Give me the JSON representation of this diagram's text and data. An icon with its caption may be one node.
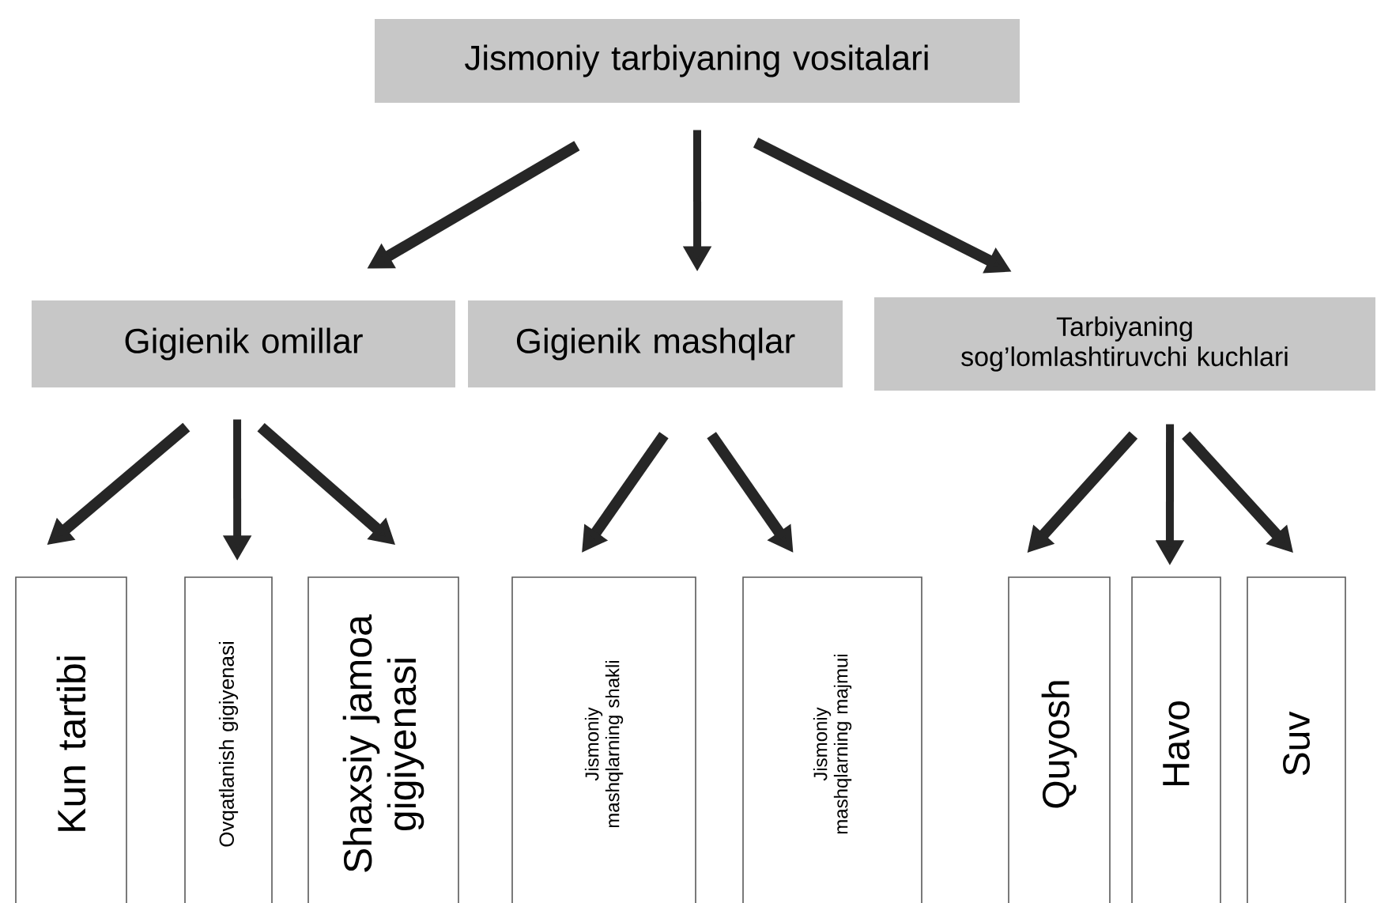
{
  "diagram": {
    "nodes": [
      {
        "text": [
          "Jismoniy tarbiyaning vositalari"
        ]
      },
      {
        "text": [
          "Gigienik omillar"
        ]
      },
      {
        "text": [
          "Gigienik mashqlar"
        ]
      },
      {
        "text": [
          "Tarbiyaning sog’lomlashtiruvchi kuchlari"
        ]
      },
      {
        "text": [
          "Kun tartibi"
        ]
      },
      {
        "text": [
          "Ovqatlanish gigiyenasi"
        ]
      },
      {
        "text": [
          "Shaxsiy jamoa gigiyenasi"
        ]
      },
      {
        "text": [
          "Jismoniy mashqlarning shakli"
        ]
      },
      {
        "text": [
          "Jismoniy mashqlarning majmui"
        ]
      },
      {
        "text": [
          "Quyosh"
        ]
      },
      {
        "text": [
          "Havo"
        ]
      },
      {
        "text": [
          "Suv"
        ]
      }
    ],
    "edges": [
      {
        "from": 0,
        "to": 1,
        "arrow": "to"
      },
      {
        "from": 0,
        "to": 2,
        "arrow": "to"
      },
      {
        "from": 0,
        "to": 3,
        "arrow": "to"
      },
      {
        "from": 1,
        "to": 4,
        "arrow": "to"
      },
      {
        "from": 1,
        "to": 5,
        "arrow": "to"
      },
      {
        "from": 1,
        "to": 6,
        "arrow": "to"
      },
      {
        "from": 2,
        "to": 7,
        "arrow": "to"
      },
      {
        "from": 2,
        "to": 8,
        "arrow": "to"
      },
      {
        "from": 3,
        "to": 9,
        "arrow": "to"
      },
      {
        "from": 3,
        "to": 10,
        "arrow": "to"
      },
      {
        "from": 3,
        "to": 11,
        "arrow": "to"
      }
    ]
  }
}
